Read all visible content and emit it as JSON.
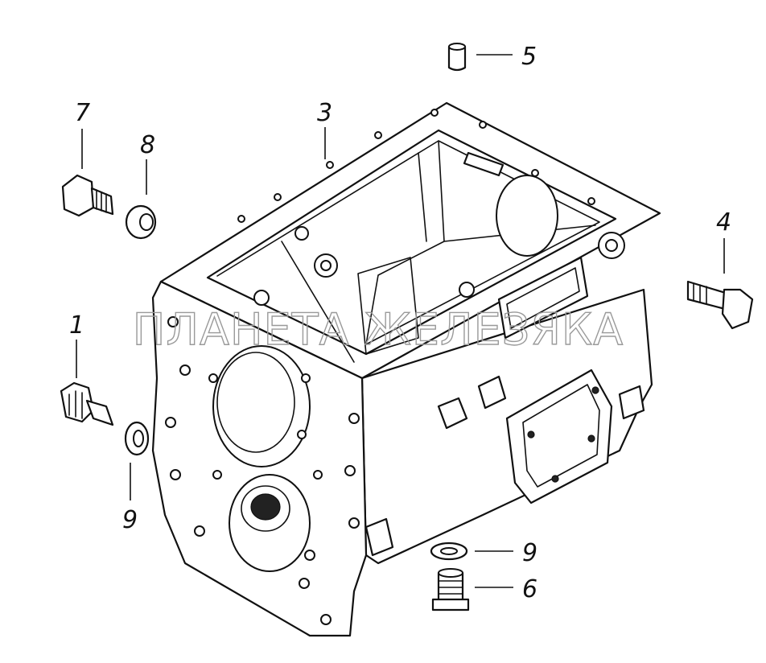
{
  "watermark": "ПЛАНЕТА ЖЕЛЕЗЯКА",
  "callouts": {
    "c1": "1",
    "c3": "3",
    "c4": "4",
    "c5": "5",
    "c6": "6",
    "c7": "7",
    "c8": "8",
    "c9a": "9",
    "c9b": "9"
  }
}
